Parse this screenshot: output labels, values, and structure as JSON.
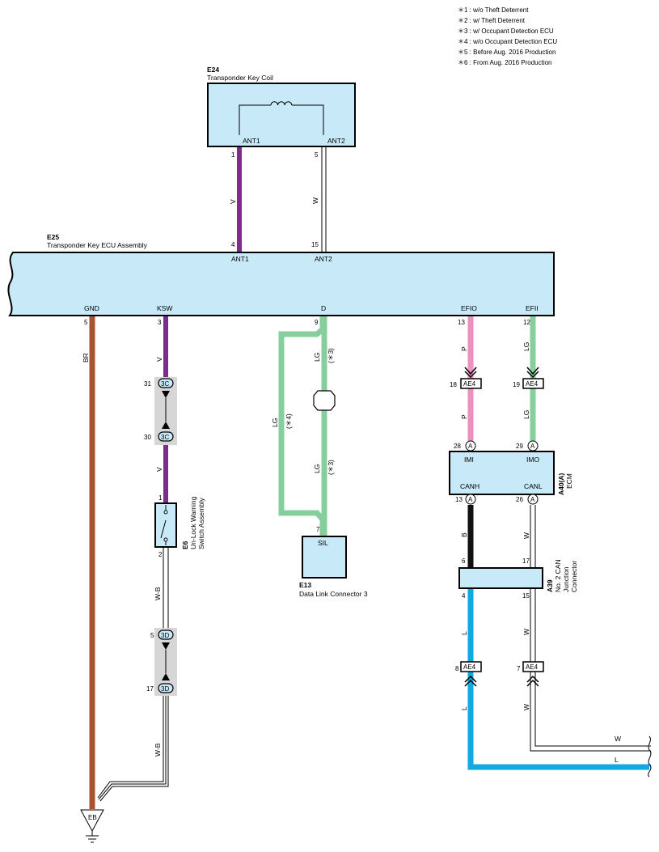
{
  "legend": [
    "＊1 : w/o Theft Deterrent",
    "＊2 : w/ Theft Deterrent",
    "＊3 : w/ Occupant Detection ECU",
    "＊4 : w/o Occupant Detection ECU",
    "＊5 : Before Aug.  2016 Production",
    "＊6 : From Aug.  2016 Production"
  ],
  "e24": {
    "code": "E24",
    "name": "Transponder Key Coil",
    "ant1": "ANT1",
    "ant2": "ANT2",
    "pin1": "1",
    "pin2": "5"
  },
  "e25": {
    "code": "E25",
    "name": "Transponder Key ECU Assembly",
    "ant1": "ANT1",
    "ant2": "ANT2",
    "pin_ant1": "4",
    "pin_ant2": "15",
    "gnd": "GND",
    "ksw": "KSW",
    "d": "D",
    "efio": "EFIO",
    "efii": "EFII",
    "pin_gnd": "5",
    "pin_ksw": "3",
    "pin_d": "9",
    "pin_efio": "13",
    "pin_efii": "12"
  },
  "e6": {
    "code": "E6",
    "name1": "Un-Lock Warning",
    "name2": "Switch Assembly",
    "pin_top": "1",
    "pin_bot": "2"
  },
  "e13": {
    "code": "E13",
    "name": "Data Link Connector 3",
    "label": "SIL",
    "pin": "7"
  },
  "a40": {
    "code": "A40(A)",
    "name": "ECM",
    "imi": "IMI",
    "imo": "IMO",
    "canh": "CANH",
    "canl": "CANL",
    "pin_imi": "28",
    "pin_imo": "29",
    "pin_canh": "13",
    "pin_canl": "26",
    "conn": "A"
  },
  "a39": {
    "code": "A39",
    "name1": "No. 2 CAN",
    "name2": "Junction",
    "name3": "Connector",
    "pin_tl": "6",
    "pin_tr": "17",
    "pin_bl": "4",
    "pin_br": "15"
  },
  "ground": {
    "code": "EB"
  },
  "connectors": {
    "c3c_top": {
      "pin": "31",
      "label": "3C"
    },
    "c3c_bot": {
      "pin": "30",
      "label": "3C"
    },
    "c3d_top": {
      "pin": "5",
      "label": "3D"
    },
    "c3d_bot": {
      "pin": "17",
      "label": "3D"
    },
    "ae4_efio": {
      "pin": "18",
      "label": "AE4"
    },
    "ae4_efii": {
      "pin": "19",
      "label": "AE4"
    },
    "ae4_l": {
      "pin": "8",
      "label": "AE4"
    },
    "ae4_w": {
      "pin": "7",
      "label": "AE4"
    }
  },
  "wire_colors": {
    "v": "V",
    "w": "W",
    "br": "BR",
    "lg": "LG",
    "p": "P",
    "b": "B",
    "l": "L",
    "wb": "W-B",
    "note3": "(＊3)",
    "note4": "(＊4)",
    "hex_v": "#7b2d8e",
    "hex_br": "#a9532f",
    "hex_lg": "#86cf9c",
    "hex_p": "#ee8fc0",
    "hex_b": "#111111",
    "hex_l": "#12a8e0",
    "hex_box": "#c8e9f8"
  },
  "exit_labels": {
    "w": "W",
    "l": "L"
  }
}
